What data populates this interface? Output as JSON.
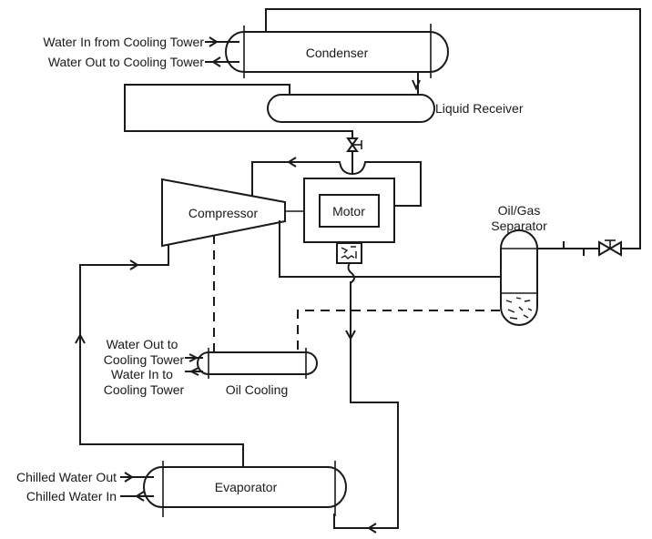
{
  "diagram": {
    "type": "refrigeration-cycle-schematic",
    "colors": {
      "line": "#1a1a1a",
      "background": "#ffffff"
    },
    "components": {
      "condenser": {
        "label": "Condenser"
      },
      "liquid_receiver": {
        "label": "Liquid Receiver"
      },
      "compressor": {
        "label": "Compressor"
      },
      "motor": {
        "label": "Motor"
      },
      "separator": {
        "label_line1": "Oil/Gas",
        "label_line2": "Separator"
      },
      "oil_cooling": {
        "label": "Oil Cooling"
      },
      "evaporator": {
        "label": "Evaporator"
      }
    },
    "labels": {
      "condenser_water_in": "Water In from Cooling Tower",
      "condenser_water_out": "Water Out to Cooling Tower",
      "oil_water_out_1": "Water Out to",
      "oil_water_out_2": "Cooling Tower",
      "oil_water_in_1": "Water In to",
      "oil_water_in_2": "Cooling Tower",
      "chilled_water_out": "Chilled Water Out",
      "chilled_water_in": "Chilled Water In"
    },
    "icons": [
      "expansion-valve-icon",
      "check-valve-icon",
      "globe-valve-icon",
      "oil-pump-icon",
      "flow-arrow-icon"
    ]
  }
}
